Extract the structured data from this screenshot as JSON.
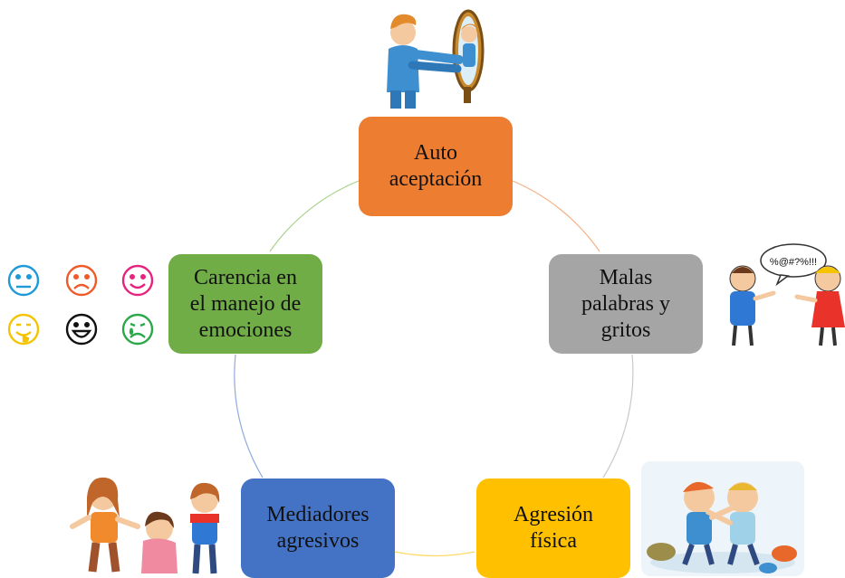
{
  "diagram": {
    "type": "cycle",
    "nodes": [
      {
        "id": "auto-aceptacion",
        "label": "Auto\naceptación",
        "fill": "#ED7D31",
        "text_color": "#111111"
      },
      {
        "id": "malas-palabras",
        "label": "Malas\npalabras y\ngritos",
        "fill": "#A5A5A5",
        "text_color": "#111111"
      },
      {
        "id": "agresion-fisica",
        "label": "Agresión\nfísica",
        "fill": "#FFC000",
        "text_color": "#111111"
      },
      {
        "id": "mediadores-agresivos",
        "label": "Mediadores\nagresivos",
        "fill": "#4472C4",
        "text_color": "#111111"
      },
      {
        "id": "carencia-emociones",
        "label": "Carencia en\nel manejo de\nemociones",
        "fill": "#70AD47",
        "text_color": "#111111"
      }
    ],
    "arc_colors": [
      "#F4B183",
      "#C9C9C9",
      "#FFD966",
      "#8FAADC",
      "#A9D18E"
    ]
  },
  "illustrations": {
    "mirror_man": {
      "icon": "man-looking-in-mirror-icon"
    },
    "arguing_kids": {
      "icon": "arguing-children-icon",
      "speech_text": "%@#?%!!!"
    },
    "fighting_kids": {
      "icon": "fighting-children-icon"
    },
    "bullying_kids": {
      "icon": "bullying-children-icon"
    },
    "emotion_faces": {
      "icon": "emotion-faces-icon",
      "faces": [
        {
          "name": "neutral",
          "color": "#1E9BD7"
        },
        {
          "name": "sad",
          "color": "#F05A28"
        },
        {
          "name": "happy",
          "color": "#E6237E"
        },
        {
          "name": "silly",
          "color": "#F5C400"
        },
        {
          "name": "grinning",
          "color": "#111111"
        },
        {
          "name": "crying",
          "color": "#2BA84A"
        }
      ]
    }
  }
}
